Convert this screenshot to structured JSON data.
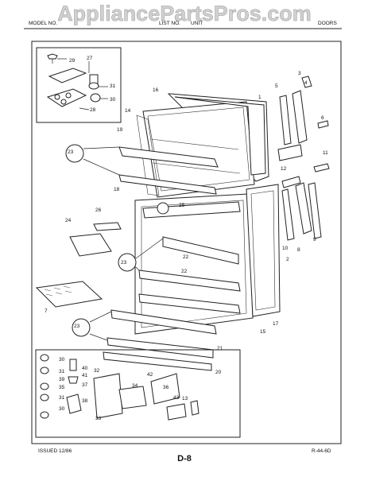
{
  "watermark": "AppliancePartsPros.com",
  "header": {
    "left": "MODEL NO.",
    "middle_a": "LIST NO.",
    "middle_b": "UNIT",
    "right": "DOORS"
  },
  "callouts": {
    "p29": "29",
    "p27": "27",
    "p31a": "31",
    "p30a": "30",
    "p28": "28",
    "p16": "16",
    "p1": "1",
    "p14": "14",
    "p19": "19",
    "p5": "5",
    "p3": "3",
    "p4": "4",
    "p6": "6",
    "p11": "11",
    "p12": "12",
    "p23a": "23",
    "p18": "18",
    "p25": "25",
    "p26": "26",
    "p24": "24",
    "p10": "10",
    "p8": "8",
    "p9": "9",
    "p2": "2",
    "p22a": "22",
    "p23b": "23",
    "p22b": "22",
    "p7": "7",
    "p23c": "23",
    "p17": "17",
    "p15": "15",
    "p21": "21",
    "p20": "20",
    "p30b": "30",
    "p31b": "31",
    "p40": "40",
    "p41": "41",
    "p39": "39",
    "p35": "35",
    "p37": "37",
    "p31c": "31",
    "p38": "38",
    "p30c": "30",
    "p32": "32",
    "p42": "42",
    "p34": "34",
    "p36": "36",
    "p43": "43",
    "p13": "13",
    "p33": "33"
  },
  "footer": {
    "issued": "ISSUED 12/86",
    "page": "D-8",
    "code": "R-44-6D"
  }
}
